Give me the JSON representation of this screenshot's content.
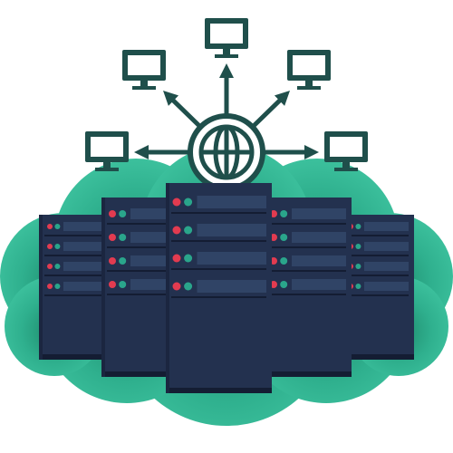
{
  "colors": {
    "background": "#ffffff",
    "cloud": "#3dbf9c",
    "cloud_dark": "#279b7c",
    "network_line": "#1f4f4b",
    "server_body": "#23314f",
    "server_body_dark": "#1b2640",
    "server_slot": "#304466",
    "server_edge": "#141d33",
    "led_red": "#e23b50",
    "led_teal": "#2aa58b",
    "monitor_screen": "#ffffff"
  },
  "icons": {
    "globe": "globe-icon",
    "monitor": "monitor-icon",
    "server": "server-rack-icon",
    "cloud": "cloud-shape"
  },
  "illustration": {
    "servers_total": 5,
    "monitors_total": 5
  }
}
